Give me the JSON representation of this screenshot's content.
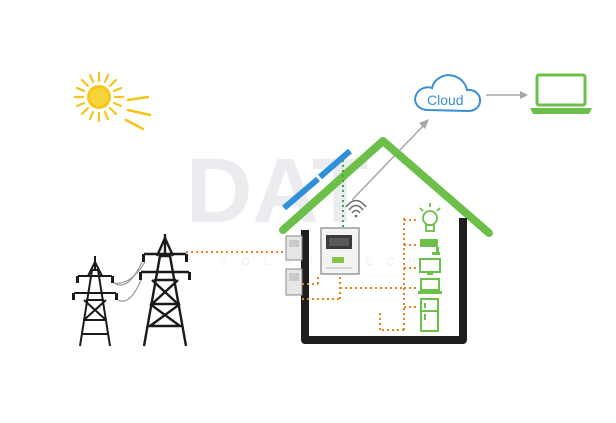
{
  "cloud": {
    "label": "Cloud"
  },
  "watermark": {
    "main": "DAT",
    "sub": "SOLAR TECH"
  },
  "colors": {
    "roof_green": "#6cc04a",
    "house_outline": "#1e1e1e",
    "solar_panel": "#2f8fd8",
    "sun": "#f5c518",
    "dc_line_green": "#3aa84a",
    "ac_line_orange": "#e8821e",
    "cloud_stroke": "#3a8fd6",
    "laptop": "#6cc04a",
    "tower": "#1a1a1a"
  },
  "icons": {
    "sun": "sun-icon",
    "cloud": "cloud-icon",
    "laptop": "laptop-icon",
    "inverter": "inverter-icon",
    "wifi": "wifi-icon",
    "lightbulb": "lightbulb-icon",
    "cctv": "cctv-camera-icon",
    "monitor": "monitor-icon",
    "laptop_small": "laptop-small-icon",
    "fridge": "fridge-icon",
    "meter": "electric-meter-icon",
    "tower": "power-tower-icon"
  }
}
